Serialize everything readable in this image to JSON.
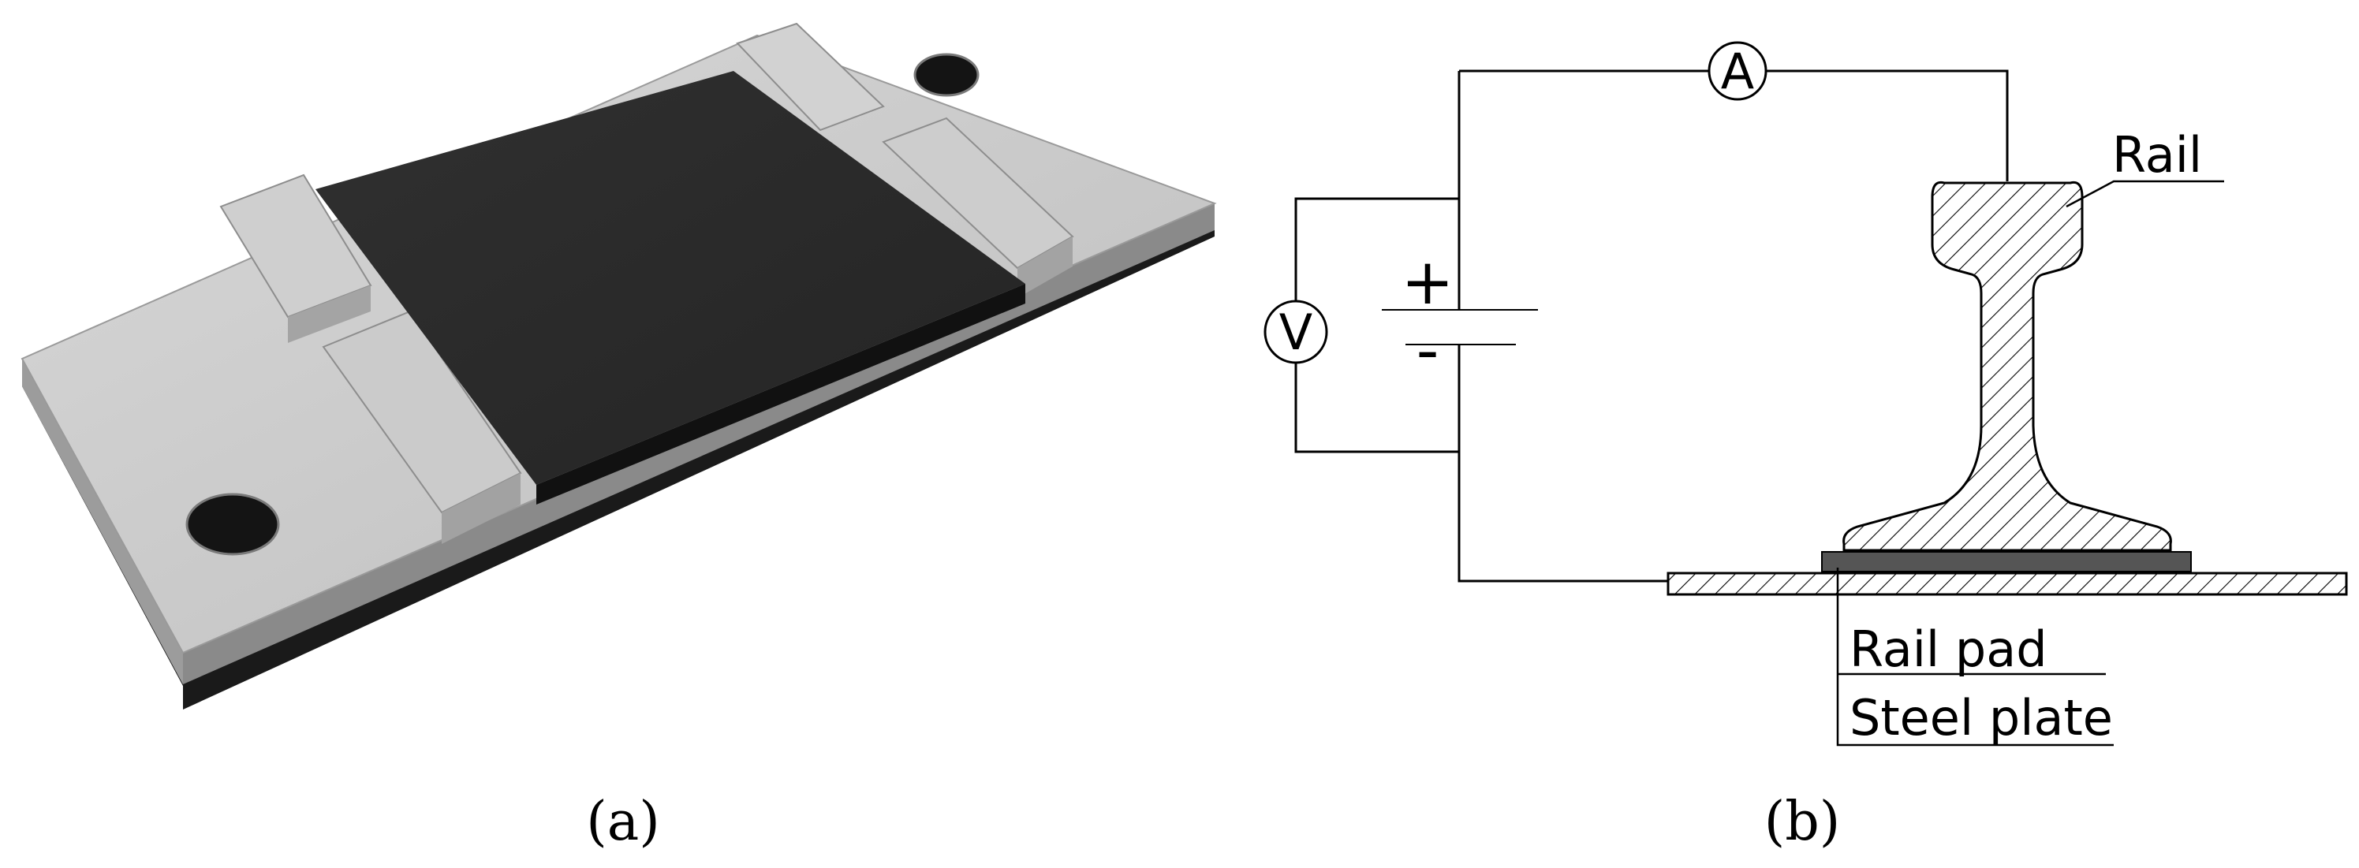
{
  "figure": {
    "panel_a": {
      "caption": "(a)"
    },
    "panel_b": {
      "caption": "(b)",
      "ammeter_symbol": "A",
      "voltmeter_symbol": "V",
      "battery_plus": "+",
      "battery_minus": "-",
      "label_rail": "Rail",
      "label_rail_pad": "Rail pad",
      "label_steel_plate": "Steel plate"
    }
  },
  "colors": {
    "plate_top": "#c9c9c9",
    "plate_edge": "#a9a9a9",
    "rubber_dark": "#2b2b2b",
    "ink": "#000000",
    "rail_pad_fill": "#555555"
  }
}
